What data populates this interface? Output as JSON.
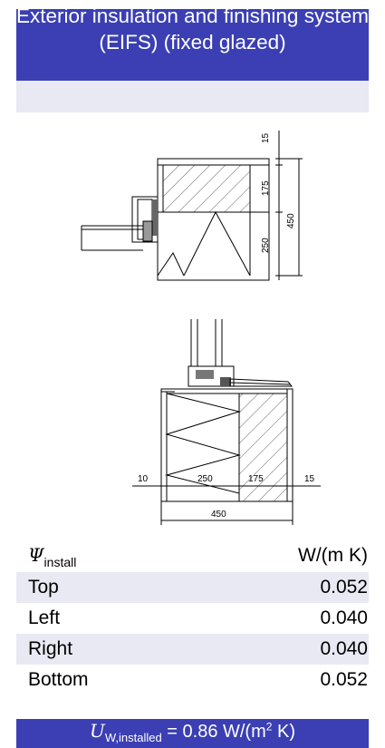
{
  "header": {
    "title": "Exterior insulation and finishing system (EIFS) (fixed glazed)"
  },
  "drawing": {
    "section_top": {
      "dims": [
        "15",
        "175",
        "250",
        "450"
      ]
    },
    "section_bottom": {
      "dims": [
        "10",
        "250",
        "175",
        "15",
        "450"
      ]
    }
  },
  "table": {
    "header": {
      "symbol": "Ψ",
      "symbol_sub": "install",
      "unit": "W/(m K)"
    },
    "rows": [
      {
        "label": "Top",
        "value": "0.052"
      },
      {
        "label": "Left",
        "value": "0.040"
      },
      {
        "label": "Right",
        "value": "0.040"
      },
      {
        "label": "Bottom",
        "value": "0.052"
      }
    ]
  },
  "footer": {
    "symbol": "U",
    "symbol_sub": "W,installed",
    "equals": " = 0.86 W/(m",
    "exp": "2",
    "tail": " K)"
  },
  "colors": {
    "accent": "#3b3fb3",
    "band": "#e9e9f4"
  }
}
